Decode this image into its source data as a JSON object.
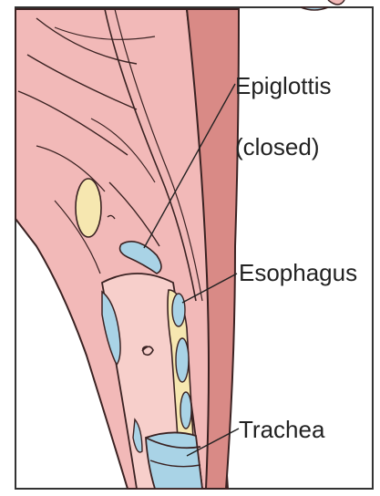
{
  "labels": {
    "epiglottis_line1": "Epiglottis",
    "epiglottis_line2": "(closed)",
    "esophagus": "Esophagus",
    "trachea": "Trachea"
  },
  "colors": {
    "tissue_pink": "#f2b9b8",
    "tissue_light": "#f7cfcb",
    "muscle_rose": "#d98a86",
    "cartilage_cream": "#f6e7b0",
    "lumen_blue": "#a9d3e6",
    "outline_dark": "#3a2222",
    "border": "#333333"
  }
}
